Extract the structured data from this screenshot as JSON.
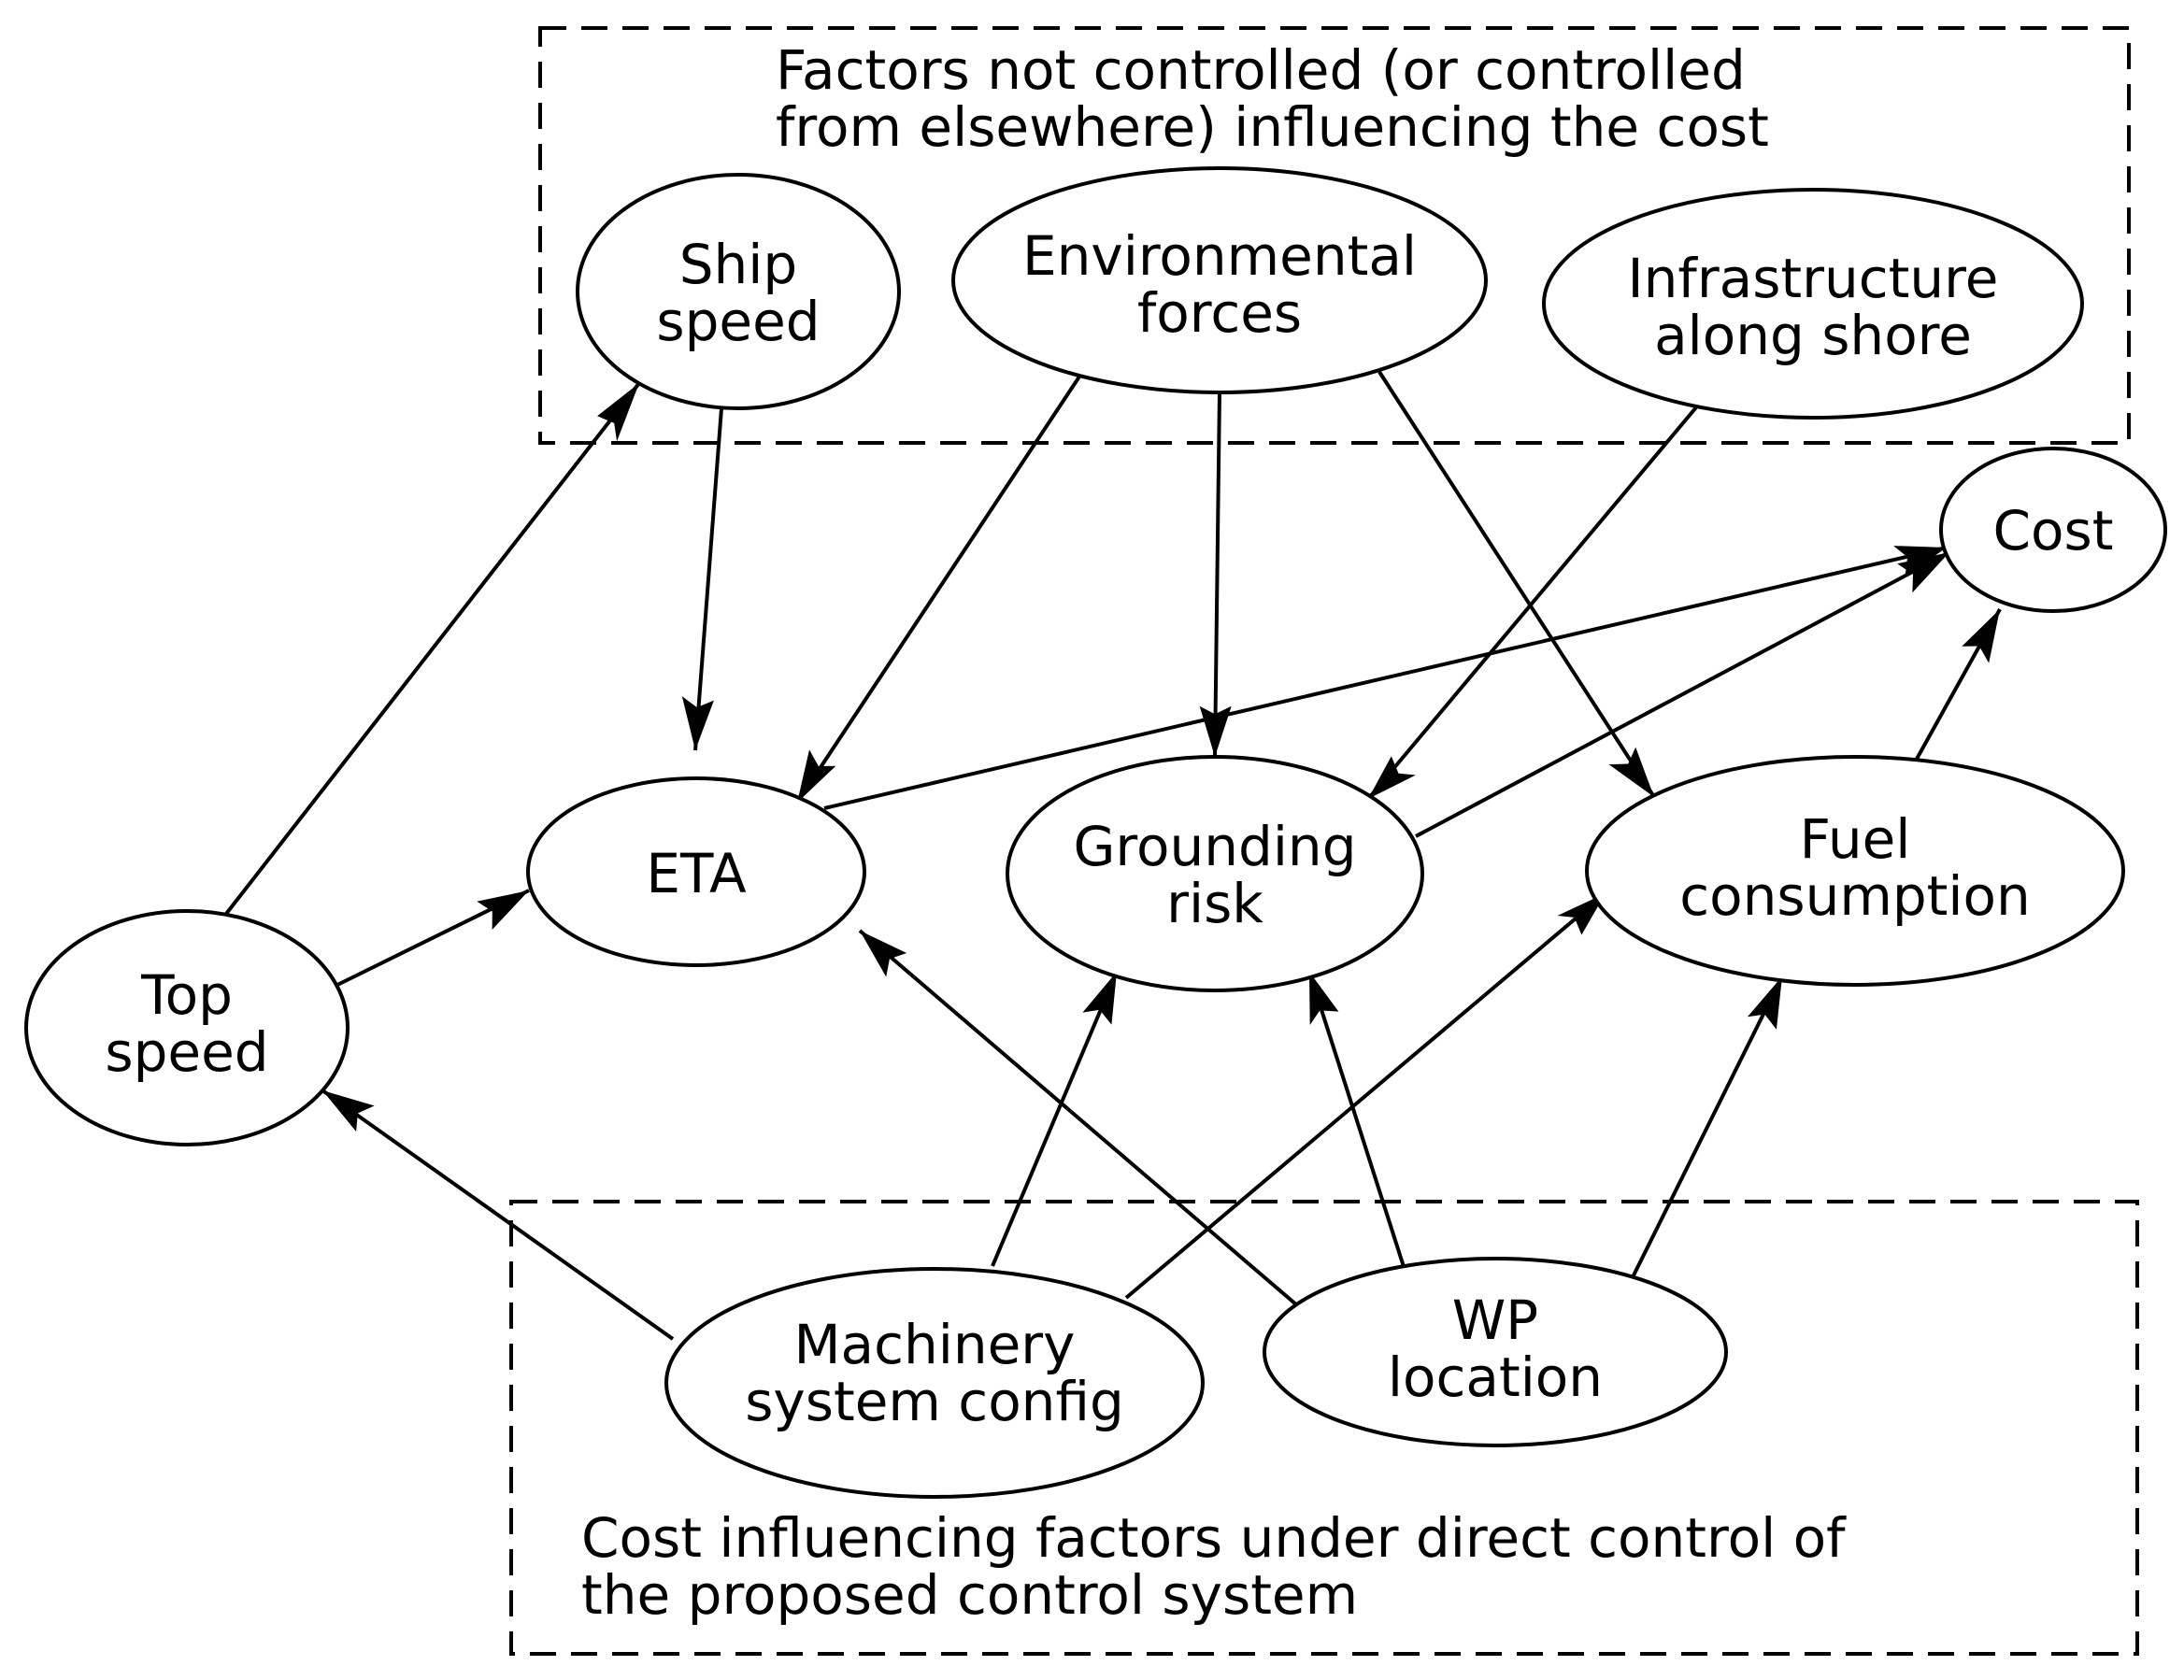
{
  "groups": {
    "uncontrolled": {
      "line1": "Factors not controlled (or controlled",
      "line2": "from elsewhere) influencing the cost"
    },
    "controlled": {
      "line1": "Cost influencing factors under direct control of",
      "line2": "the proposed control system"
    }
  },
  "nodes": {
    "ship_speed": {
      "line1": "Ship",
      "line2": "speed"
    },
    "env_forces": {
      "line1": "Environmental",
      "line2": "forces"
    },
    "infra": {
      "line1": "Infrastructure",
      "line2": "along shore"
    },
    "cost": {
      "line1": "Cost"
    },
    "eta": {
      "line1": "ETA"
    },
    "grounding": {
      "line1": "Grounding",
      "line2": "risk"
    },
    "fuel": {
      "line1": "Fuel",
      "line2": "consumption"
    },
    "top_speed": {
      "line1": "Top",
      "line2": "speed"
    },
    "machinery": {
      "line1": "Machinery",
      "line2": "system config"
    },
    "wp": {
      "line1": "WP",
      "line2": "location"
    }
  },
  "edges": [
    {
      "from": "Top speed",
      "to": "Ship speed"
    },
    {
      "from": "Top speed",
      "to": "ETA"
    },
    {
      "from": "Ship speed",
      "to": "ETA"
    },
    {
      "from": "Environmental forces",
      "to": "ETA"
    },
    {
      "from": "Environmental forces",
      "to": "Grounding risk"
    },
    {
      "from": "Environmental forces",
      "to": "Fuel consumption"
    },
    {
      "from": "Infrastructure along shore",
      "to": "Grounding risk"
    },
    {
      "from": "ETA",
      "to": "Cost"
    },
    {
      "from": "Grounding risk",
      "to": "Cost"
    },
    {
      "from": "Fuel consumption",
      "to": "Cost"
    },
    {
      "from": "Machinery system config",
      "to": "Top speed"
    },
    {
      "from": "Machinery system config",
      "to": "Grounding risk"
    },
    {
      "from": "Machinery system config",
      "to": "Fuel consumption"
    },
    {
      "from": "WP location",
      "to": "ETA"
    },
    {
      "from": "WP location",
      "to": "Grounding risk"
    },
    {
      "from": "WP location",
      "to": "Fuel consumption"
    }
  ]
}
